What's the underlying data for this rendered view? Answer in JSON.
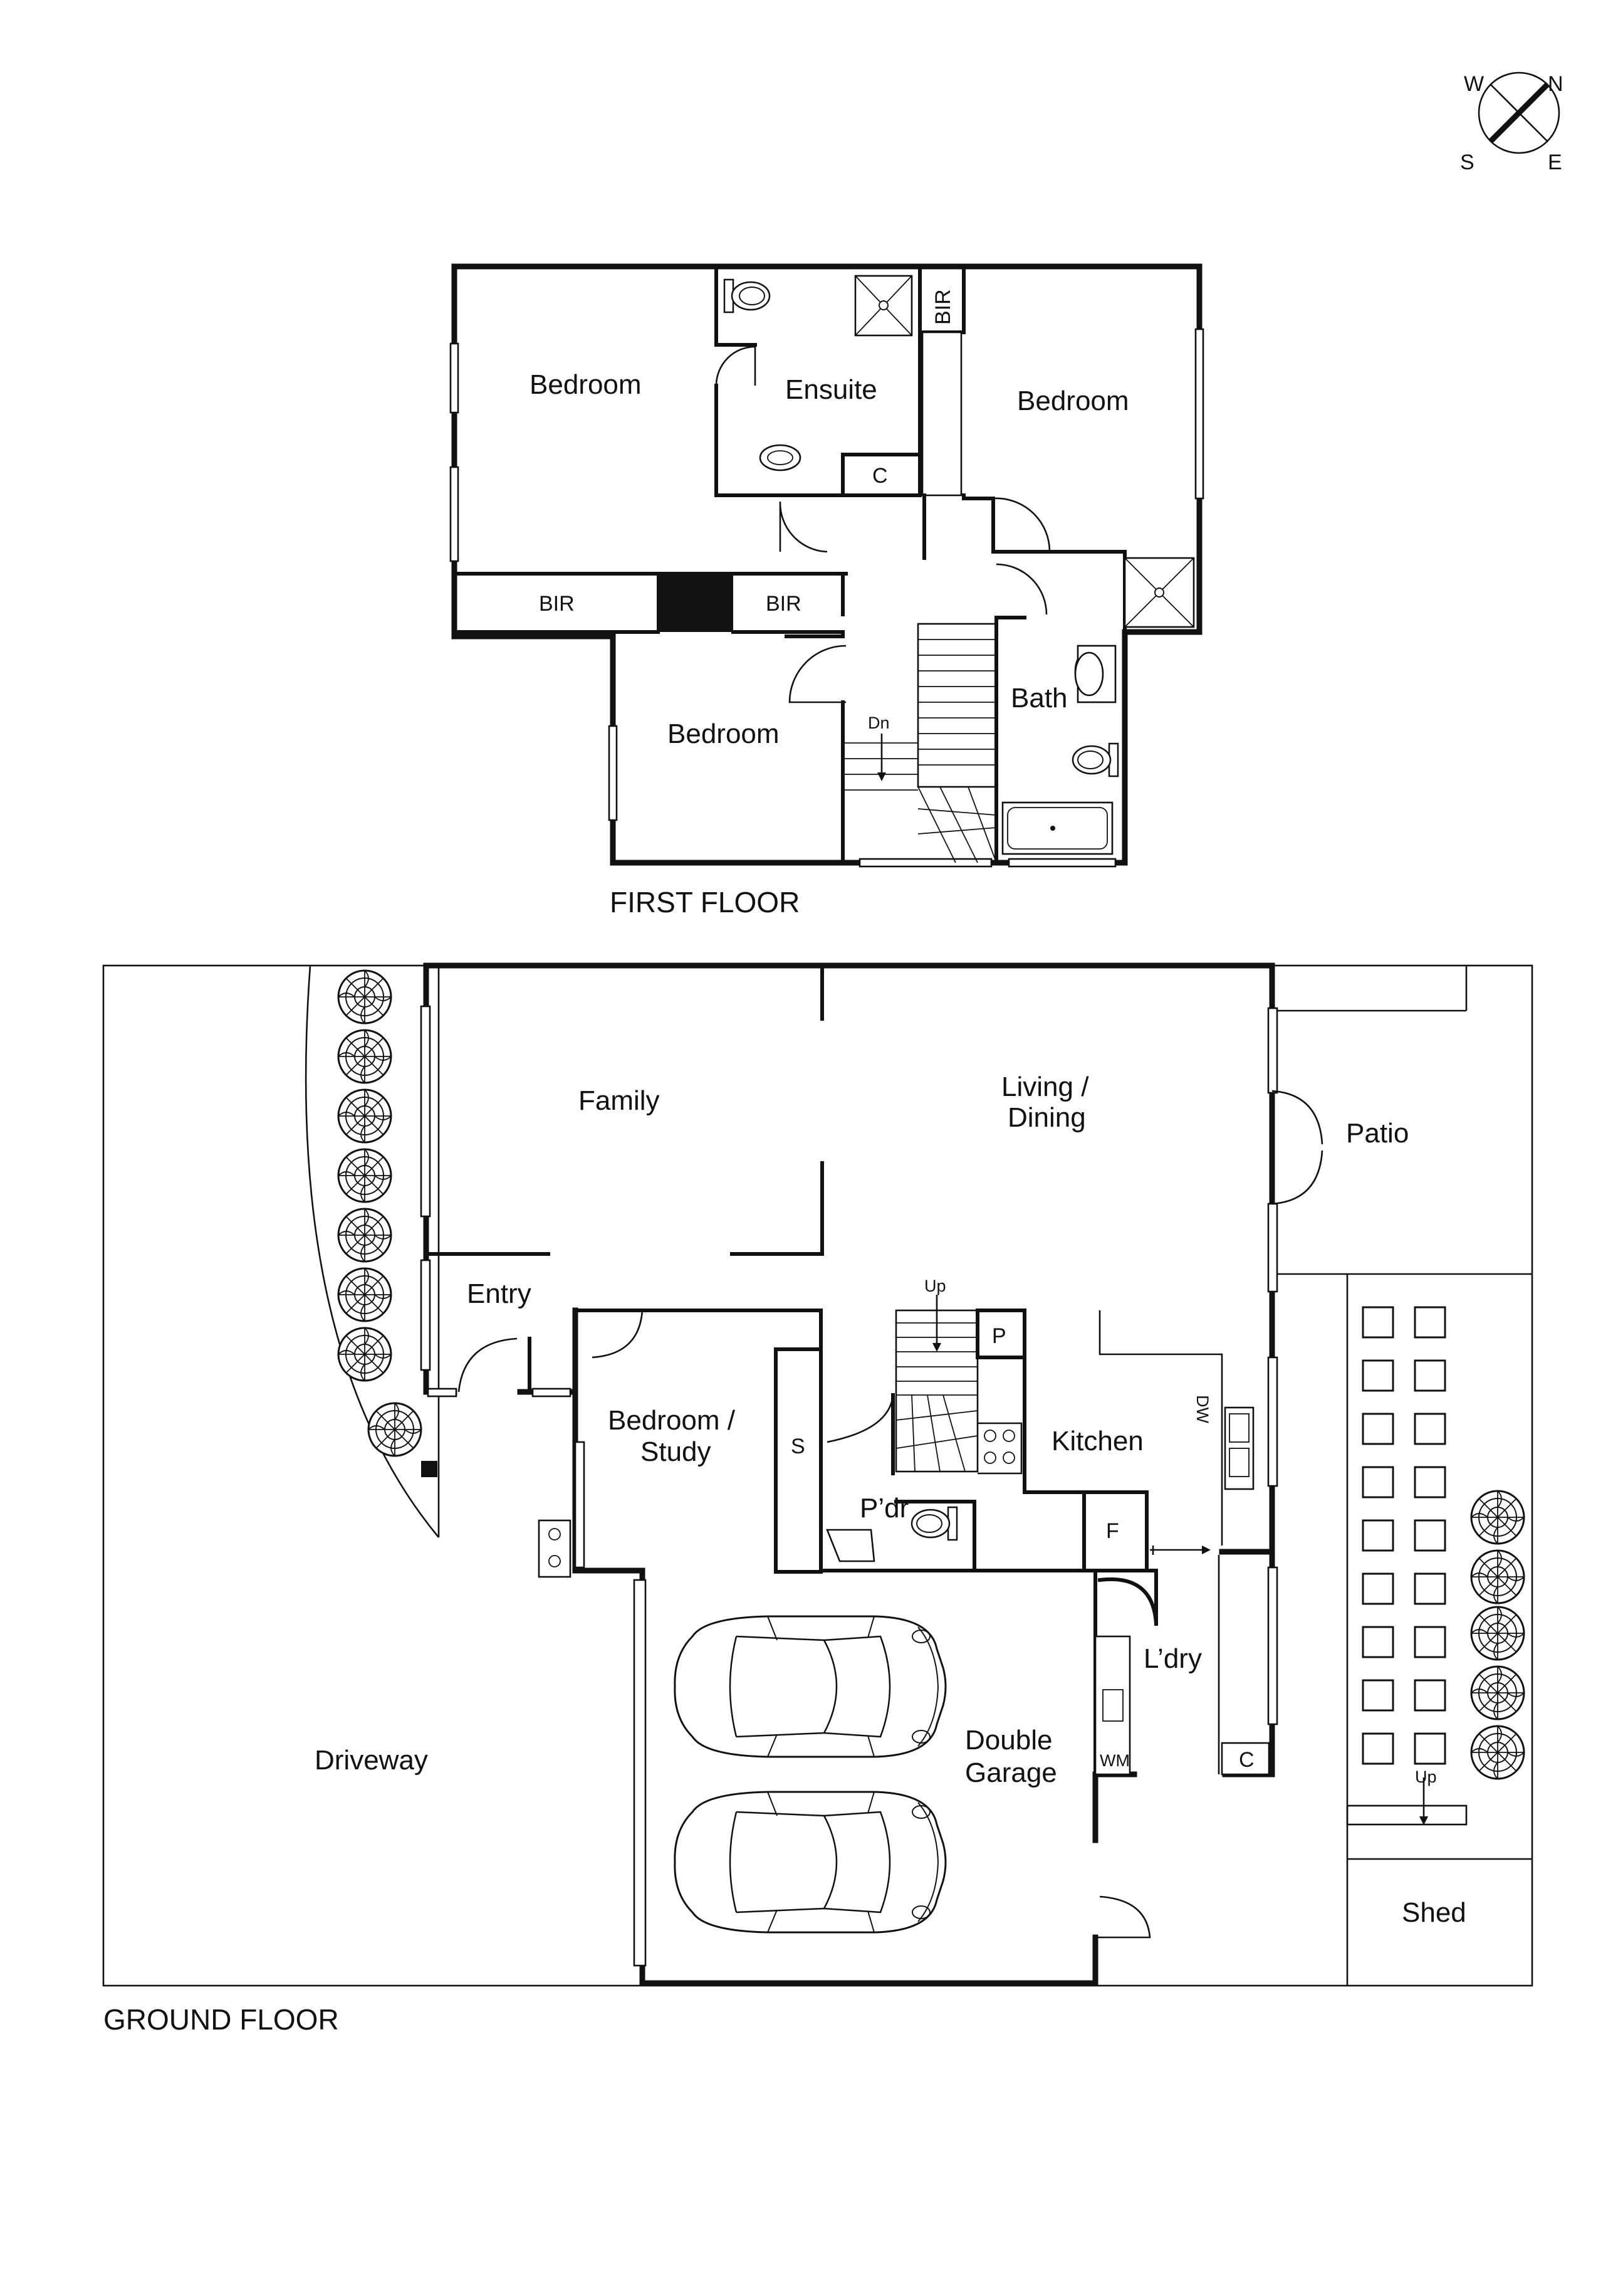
{
  "compass": {
    "n": "N",
    "e": "E",
    "s": "S",
    "w": "W",
    "icon": "compass-icon"
  },
  "first_floor": {
    "title": "FIRST FLOOR",
    "rooms": {
      "bedroom_1": "Bedroom",
      "ensuite": "Ensuite",
      "bir_ensuite": "BIR",
      "bedroom_2": "Bedroom",
      "cupboard": "C",
      "bir_left": "BIR",
      "bir_right": "BIR",
      "bedroom_3": "Bedroom",
      "bath": "Bath",
      "stairs_down": "Dn"
    }
  },
  "ground_floor": {
    "title": "GROUND FLOOR",
    "rooms": {
      "family": "Family",
      "living_dining": "Living / Dining",
      "living_line1": "Living /",
      "living_line2": "Dining",
      "patio": "Patio",
      "entry": "Entry",
      "bedroom_study_line1": "Bedroom /",
      "bedroom_study_line2": "Study",
      "storage": "S",
      "stairs_up": "Up",
      "pantry": "P",
      "kitchen": "Kitchen",
      "dishwasher": "DW",
      "powder": "P’dr",
      "fridge": "F",
      "laundry": "L’dry",
      "washing_machine": "WM",
      "cupboard": "C",
      "garage_line1": "Double",
      "garage_line2": "Garage",
      "driveway": "Driveway",
      "shed": "Shed",
      "shed_up": "Up"
    }
  }
}
